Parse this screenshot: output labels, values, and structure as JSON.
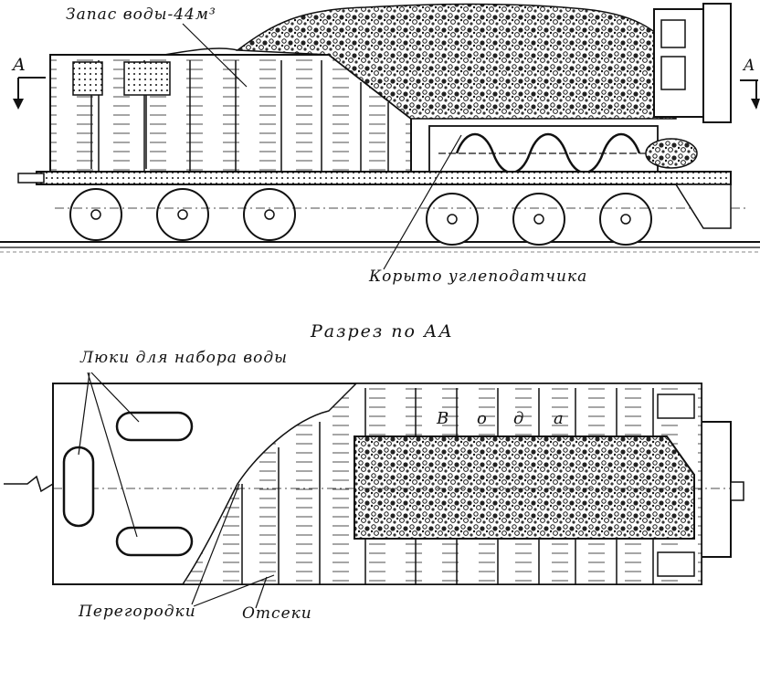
{
  "labels": {
    "water_reserve": "Запас воды-44м³",
    "section_mark_left": "A",
    "section_mark_right": "A",
    "coal_feeder_trough": "Корыто углеподатчика",
    "section_title": "Разрез по АА",
    "water_hatches": "Люки для набора воды",
    "partitions": "Перегородки",
    "compartments": "Отсеки",
    "water_letters": [
      "В",
      "о",
      "д",
      "а"
    ]
  },
  "colors": {
    "ink": "#111111",
    "paper": "#ffffff"
  }
}
